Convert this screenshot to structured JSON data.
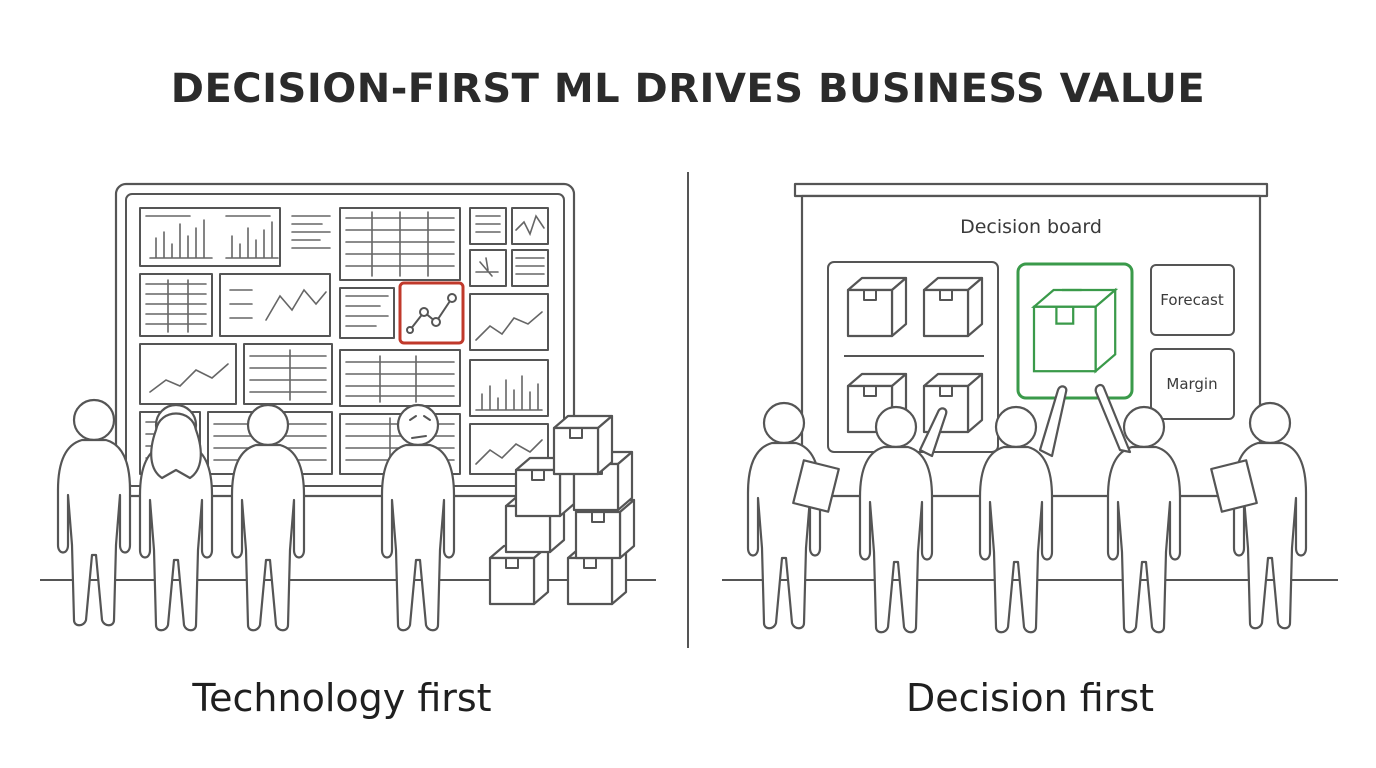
{
  "title": "DECISION-FIRST ML DRIVES BUSINESS VALUE",
  "left_panel": {
    "caption": "Technology first"
  },
  "right_panel": {
    "caption": "Decision first",
    "board_title": "Decision board",
    "cards": {
      "forecast": "Forecast",
      "margin": "Margin"
    }
  },
  "colors": {
    "highlight_red": "#c0392b",
    "highlight_green": "#3a9a4a",
    "ink": "#555555"
  }
}
